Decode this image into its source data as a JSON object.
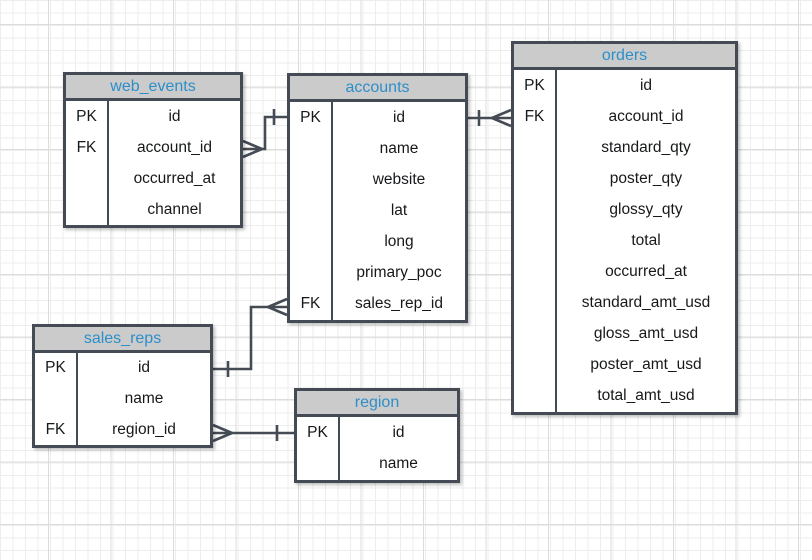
{
  "colors": {
    "table_border": "#454b54",
    "header_bg": "#cbcbcb",
    "header_text": "#2d8fc9",
    "row_text": "#16181a",
    "connector": "#454b54",
    "canvas_bg": "#ffffff",
    "grid_minor": "#ededed",
    "grid_major": "#dcdcdc"
  },
  "tables": [
    {
      "name": "web_events",
      "rows": [
        {
          "key": "PK",
          "field": "id"
        },
        {
          "key": "FK",
          "field": "account_id"
        },
        {
          "key": "",
          "field": "occurred_at"
        },
        {
          "key": "",
          "field": "channel"
        }
      ]
    },
    {
      "name": "accounts",
      "rows": [
        {
          "key": "PK",
          "field": "id"
        },
        {
          "key": "",
          "field": "name"
        },
        {
          "key": "",
          "field": "website"
        },
        {
          "key": "",
          "field": "lat"
        },
        {
          "key": "",
          "field": "long"
        },
        {
          "key": "",
          "field": "primary_poc"
        },
        {
          "key": "FK",
          "field": "sales_rep_id"
        }
      ]
    },
    {
      "name": "orders",
      "rows": [
        {
          "key": "PK",
          "field": "id"
        },
        {
          "key": "FK",
          "field": "account_id"
        },
        {
          "key": "",
          "field": "standard_qty"
        },
        {
          "key": "",
          "field": "poster_qty"
        },
        {
          "key": "",
          "field": "glossy_qty"
        },
        {
          "key": "",
          "field": "total"
        },
        {
          "key": "",
          "field": "occurred_at"
        },
        {
          "key": "",
          "field": "standard_amt_usd"
        },
        {
          "key": "",
          "field": "gloss_amt_usd"
        },
        {
          "key": "",
          "field": "poster_amt_usd"
        },
        {
          "key": "",
          "field": "total_amt_usd"
        }
      ]
    },
    {
      "name": "sales_reps",
      "rows": [
        {
          "key": "PK",
          "field": "id"
        },
        {
          "key": "",
          "field": "name"
        },
        {
          "key": "FK",
          "field": "region_id"
        }
      ]
    },
    {
      "name": "region",
      "rows": [
        {
          "key": "PK",
          "field": "id"
        },
        {
          "key": "",
          "field": "name"
        }
      ]
    }
  ],
  "connections": [
    {
      "from_table": "web_events",
      "from_field": "account_id",
      "from_cardinality": "many",
      "to_table": "accounts",
      "to_field": "id",
      "to_cardinality": "one"
    },
    {
      "from_table": "orders",
      "from_field": "account_id",
      "from_cardinality": "many",
      "to_table": "accounts",
      "to_field": "id",
      "to_cardinality": "one"
    },
    {
      "from_table": "accounts",
      "from_field": "sales_rep_id",
      "from_cardinality": "many",
      "to_table": "sales_reps",
      "to_field": "id",
      "to_cardinality": "one"
    },
    {
      "from_table": "sales_reps",
      "from_field": "region_id",
      "from_cardinality": "many",
      "to_table": "region",
      "to_field": "id",
      "to_cardinality": "one"
    }
  ]
}
